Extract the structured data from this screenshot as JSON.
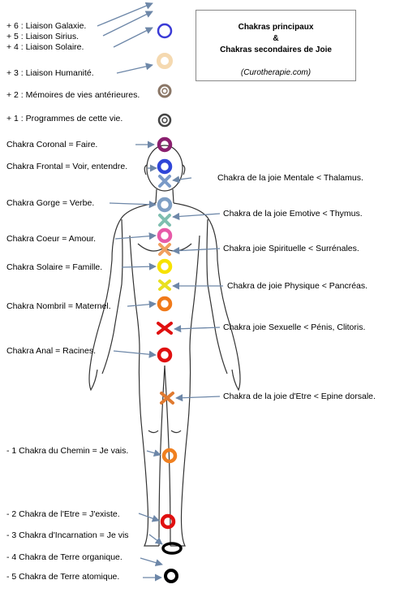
{
  "header": {
    "title_line1": "Chakras principaux",
    "title_line2": "&",
    "title_line3": "Chakras secondaires de Joie",
    "credit": "(Curotherapie.com)"
  },
  "left_labels": [
    "+ 6 : Liaison Galaxie.",
    "+ 5 : Liaison Sirius.",
    "+ 4 : Liaison Solaire.",
    "+ 3 : Liaison Humanité.",
    "+ 2 : Mémoires de vies antérieures.",
    "+ 1 : Programmes de cette vie.",
    "Chakra Coronal = Faire.",
    "Chakra Frontal = Voir, entendre.",
    "Chakra Gorge = Verbe.",
    "Chakra Coeur = Amour.",
    "Chakra Solaire = Famille.",
    "Chakra Nombril = Maternel.",
    "Chakra Anal = Racines.",
    "- 1 Chakra du Chemin = Je vais.",
    "- 2 Chakra de l'Etre = J'existe.",
    "- 3 Chakra d'Incarnation = Je vis",
    "- 4 Chakra de Terre organique.",
    "- 5 Chakra de Terre atomique."
  ],
  "right_labels": [
    "Chakra de la joie Mentale < Thalamus.",
    "Chakra de la joie Emotive < Thymus.",
    "Chakra joie Spirituelle < Surrénales.",
    "Chakra de joie Physique < Pancréas.",
    "Chakra joie Sexuelle < Pénis, Clitoris.",
    "Chakra de la joie d'Etre < Epine dorsale."
  ],
  "colors": {
    "arrow": "#6d87a8",
    "galaxie": "#3b3bd6",
    "solaire": "#f5d9b0",
    "humanite": "#8a7666",
    "vies": "#444444",
    "coronal": "#8a1f6e",
    "frontal": "#2f46d8",
    "gorge": "#7f9fc4",
    "coeur": "#e75aa8",
    "solaire_main": "#f7e200",
    "nombril": "#f07a1a",
    "anal": "#e01010",
    "chemin": "#f08020",
    "etre": "#e01010",
    "terre": "#000000",
    "joie_mentale": "#7a9ac8",
    "joie_emotive": "#7fbfb0",
    "joie_spirituelle": "#f0a060",
    "joie_physique": "#e8e020",
    "joie_sexuelle": "#e01010",
    "joie_etre": "#e07a30"
  }
}
